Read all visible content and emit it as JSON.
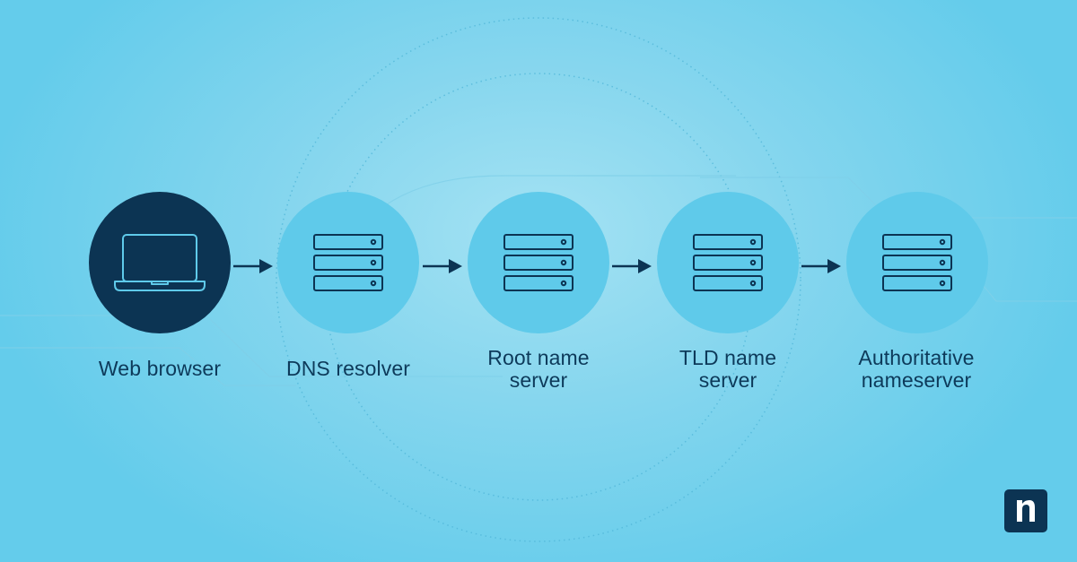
{
  "colors": {
    "background": "#64cceb",
    "node_fill": "#5fcaea",
    "browser_fill": "#0c3453",
    "icon_stroke": "#0c3453",
    "text": "#0d3a5a"
  },
  "flow": {
    "nodes": [
      {
        "label": "Web browser",
        "icon": "laptop-icon"
      },
      {
        "label": "DNS resolver",
        "icon": "server-stack-icon"
      },
      {
        "label": "Root name\nserver",
        "icon": "server-stack-icon"
      },
      {
        "label": "TLD name\nserver",
        "icon": "server-stack-icon"
      },
      {
        "label": "Authoritative\nnameserver",
        "icon": "server-stack-icon"
      }
    ],
    "edges": [
      {
        "from": "Web browser",
        "to": "DNS resolver"
      },
      {
        "from": "DNS resolver",
        "to": "Root name\nserver"
      },
      {
        "from": "Root name\nserver",
        "to": "TLD name\nserver"
      },
      {
        "from": "TLD name\nserver",
        "to": "Authoritative\nnameserver"
      }
    ]
  },
  "brand": {
    "logo_icon": "ninjaone-n-logo-icon"
  }
}
